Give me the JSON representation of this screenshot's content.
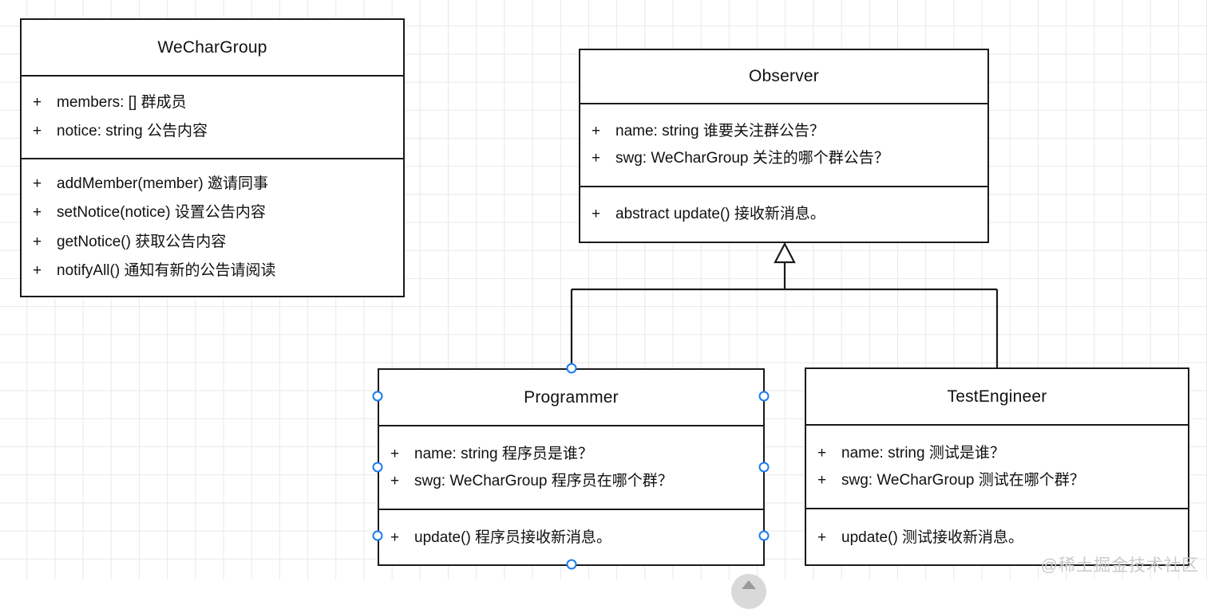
{
  "canvas": {
    "background_color": "#ffffff",
    "grid_color": "#e8e8e8",
    "grid_size": 35
  },
  "diagram": {
    "type": "uml-class-diagram",
    "relationship": "generalization",
    "line_color": "#1a1a1a",
    "selection_color": "#1b7ced"
  },
  "classes": [
    {
      "id": "wechargroup",
      "name": "WeCharGroup",
      "attributes": [
        {
          "visibility": "+",
          "text": "members: [] 群成员"
        },
        {
          "visibility": "+",
          "text": "notice: string 公告内容"
        }
      ],
      "operations": [
        {
          "visibility": "+",
          "text": "addMember(member) 邀请同事"
        },
        {
          "visibility": "+",
          "text": "setNotice(notice) 设置公告内容"
        },
        {
          "visibility": "+",
          "text": "getNotice() 获取公告内容"
        },
        {
          "visibility": "+",
          "text": "notifyAll() 通知有新的公告请阅读"
        }
      ]
    },
    {
      "id": "observer",
      "name": "Observer",
      "attributes": [
        {
          "visibility": "+",
          "text": "name: string 谁要关注群公告？"
        },
        {
          "visibility": "+",
          "text": "swg: WeCharGroup 关注的哪个群公告？"
        }
      ],
      "operations": [
        {
          "visibility": "+",
          "text": "abstract update() 接收新消息。"
        }
      ]
    },
    {
      "id": "programmer",
      "name": "Programmer",
      "selected": true,
      "attributes": [
        {
          "visibility": "+",
          "text": "name: string 程序员是谁？"
        },
        {
          "visibility": "+",
          "text": "swg: WeCharGroup 程序员在哪个群？"
        }
      ],
      "operations": [
        {
          "visibility": "+",
          "text": "update() 程序员接收新消息。"
        }
      ]
    },
    {
      "id": "testengineer",
      "name": "TestEngineer",
      "attributes": [
        {
          "visibility": "+",
          "text": "name: string 测试是谁？"
        },
        {
          "visibility": "+",
          "text": "swg: WeCharGroup 测试在哪个群？"
        }
      ],
      "operations": [
        {
          "visibility": "+",
          "text": "update() 测试接收新消息。"
        }
      ]
    }
  ],
  "controls": {
    "back_to_top_label": "",
    "watermark": "@稀土掘金技术社区"
  }
}
